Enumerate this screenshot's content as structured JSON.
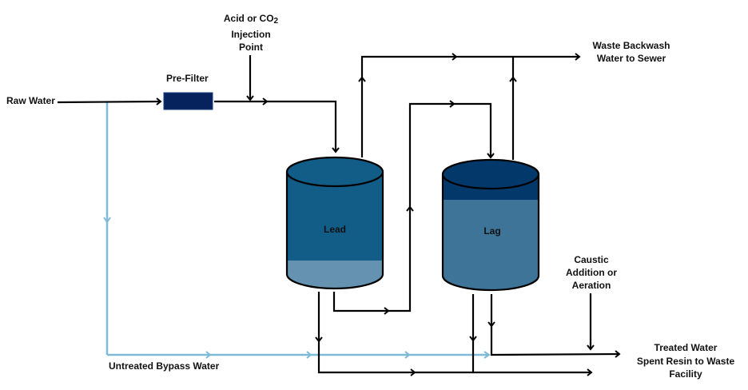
{
  "diagram": {
    "title": "Ion exchange lead/lag treatment process flow",
    "colors": {
      "line": "#000000",
      "bypass_line": "#7fbad7",
      "prefilter": "#06235e",
      "lead_tank_main": "#125d87",
      "lead_tank_band": "#6592b0",
      "lag_tank_top": "#03396a",
      "lag_tank_main": "#3f7499"
    },
    "labels": {
      "raw_water": "Raw Water",
      "pre_filter": "Pre-Filter",
      "acid_line1": "Acid or CO",
      "acid_sub": "2",
      "acid_line2": "Injection",
      "acid_line3": "Point",
      "waste_backwash_line1": "Waste Backwash",
      "waste_backwash_line2": "Water to Sewer",
      "lead": "Lead",
      "lag": "Lag",
      "caustic_line1": "Caustic",
      "caustic_line2": "Addition or",
      "caustic_line3": "Aeration",
      "treated_water": "Treated Water",
      "spent_resin_line1": "Spent Resin to Waste",
      "spent_resin_line2": "Facility",
      "bypass": "Untreated Bypass Water"
    },
    "nodes": [
      {
        "id": "raw-water",
        "label": "Raw Water",
        "type": "source"
      },
      {
        "id": "pre-filter",
        "label": "Pre-Filter",
        "type": "filter"
      },
      {
        "id": "acid-injection",
        "label": "Acid or CO2 Injection Point",
        "type": "injection"
      },
      {
        "id": "lead-tank",
        "label": "Lead",
        "type": "vessel"
      },
      {
        "id": "lag-tank",
        "label": "Lag",
        "type": "vessel"
      },
      {
        "id": "waste-backwash",
        "label": "Waste Backwash Water to Sewer",
        "type": "sink"
      },
      {
        "id": "caustic-addition",
        "label": "Caustic Addition or Aeration",
        "type": "injection"
      },
      {
        "id": "treated-water",
        "label": "Treated Water",
        "type": "sink"
      },
      {
        "id": "spent-resin",
        "label": "Spent Resin to Waste Facility",
        "type": "sink"
      }
    ],
    "edges": [
      {
        "from": "raw-water",
        "to": "pre-filter"
      },
      {
        "from": "pre-filter",
        "to": "lead-tank"
      },
      {
        "from": "acid-injection",
        "to": "pre-filter-outlet-line"
      },
      {
        "from": "lead-tank",
        "to": "lag-tank"
      },
      {
        "from": "lead-tank",
        "to": "waste-backwash"
      },
      {
        "from": "lag-tank",
        "to": "waste-backwash"
      },
      {
        "from": "lag-tank",
        "to": "treated-water"
      },
      {
        "from": "raw-water",
        "to": "treated-water",
        "label": "Untreated Bypass Water"
      },
      {
        "from": "caustic-addition",
        "to": "treated-water"
      },
      {
        "from": "lead-tank",
        "to": "spent-resin"
      },
      {
        "from": "lag-tank",
        "to": "spent-resin"
      }
    ]
  }
}
